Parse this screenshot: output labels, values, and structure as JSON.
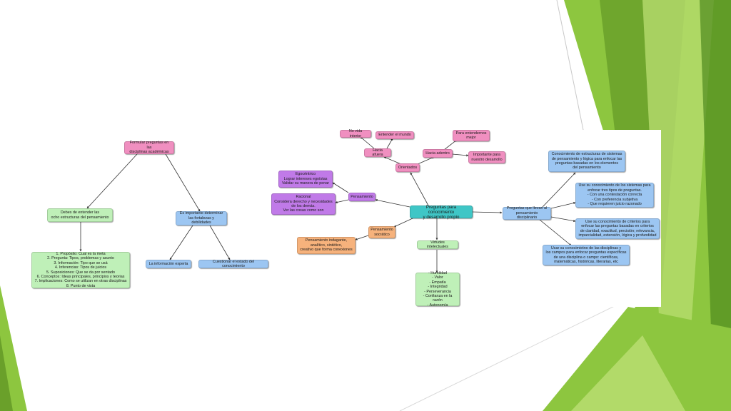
{
  "slide": {
    "accent_colors": [
      "#8dc63f",
      "#6aa02a",
      "#b6dc6e",
      "#4f8a1e"
    ]
  },
  "map": {
    "center": "Preguntas para conocimiento\ny desarrollo propio",
    "left_branch": {
      "root": "Formular preguntas en las\ndisciplinas académicas",
      "eight_structures": "Debes de entender las\nocho estructuras del pensamiento",
      "list": "1. Propósito: Cual es la meta\n2. Pregunta: Tipos, problemas y asunto\n3. Información: Tipo que se usá\n4. Inferencias: Tipos de juicios\n5. Suposiciones: Que se da por sentado\n6. Conceptos: Ideas principales, principios y teorias\n7. Implicaciones: Como se utilizan en otras disciplinas\n8. Punto de vista",
      "important": "Es importante determinar\nlas fortalezas y debilidades",
      "expert_info": "La información experta",
      "question_state": "Cuestionar el estado del conocimiento"
    },
    "top_branch": {
      "no_inner_life": "No vida interior",
      "understand_world": "Entender el mundo",
      "outward": "Hacia afuera",
      "oriented": "Orientados",
      "inward": "Hacia adentro",
      "understand_better": "Para entendernos\nmejor",
      "important_growth": "Importante para\nnuestro desarrollo"
    },
    "thinking_branch": {
      "thinking": "Pensamiento",
      "egocentric": "Egocéntrico\nLograr intereses egoístas\nValidar su manera de penar",
      "rational": "Racional\nConsidera derecho y necesidades\nde los demás.\nVer las cosas como son",
      "socratic": "Pensamiento\nsocrático",
      "inquiring": "Pensamiento indagante,\nanalítico, sintético,\ncreativo que forma conexiones"
    },
    "virtues_branch": {
      "virtues": "Virtudes intelectuales",
      "list": "- Humildad\n- Valor\n- Empatía\n- Integridad\n- Perseverancia\n- Confianza en la razón\n- Autonomía"
    },
    "right_branch": {
      "disciplinary": "Preguntas que llevan al\npensamiento disciplinario",
      "structures": "Conocimiento de estructuras de sistemas\nde pensamiento y lógica para enfocar las\npreguntas basadas en los elementos\ndel pensamiento",
      "systems": "Use su conocimiento de los sistemas para\nenfocar tres tipos de preguntas.\n- Con una contestación correcta\n- Con preferencia subjetiva\n- Que requieren juicio razonado",
      "criteria": "Use su conocimiento de criterios para\nenfocar las preguntas basadas en criterios\nde claridad, exactitud, precisión; relevancia,\nimparcialidad, extensión, lógica y profundidad",
      "disciplines": "Usar su conocimietno de las disciplinas y\nlos campos para enfocar preguntas específicas\nde una disciplina o campo: científicas,\nmatemáticas, históricas, literarias, etc"
    }
  }
}
